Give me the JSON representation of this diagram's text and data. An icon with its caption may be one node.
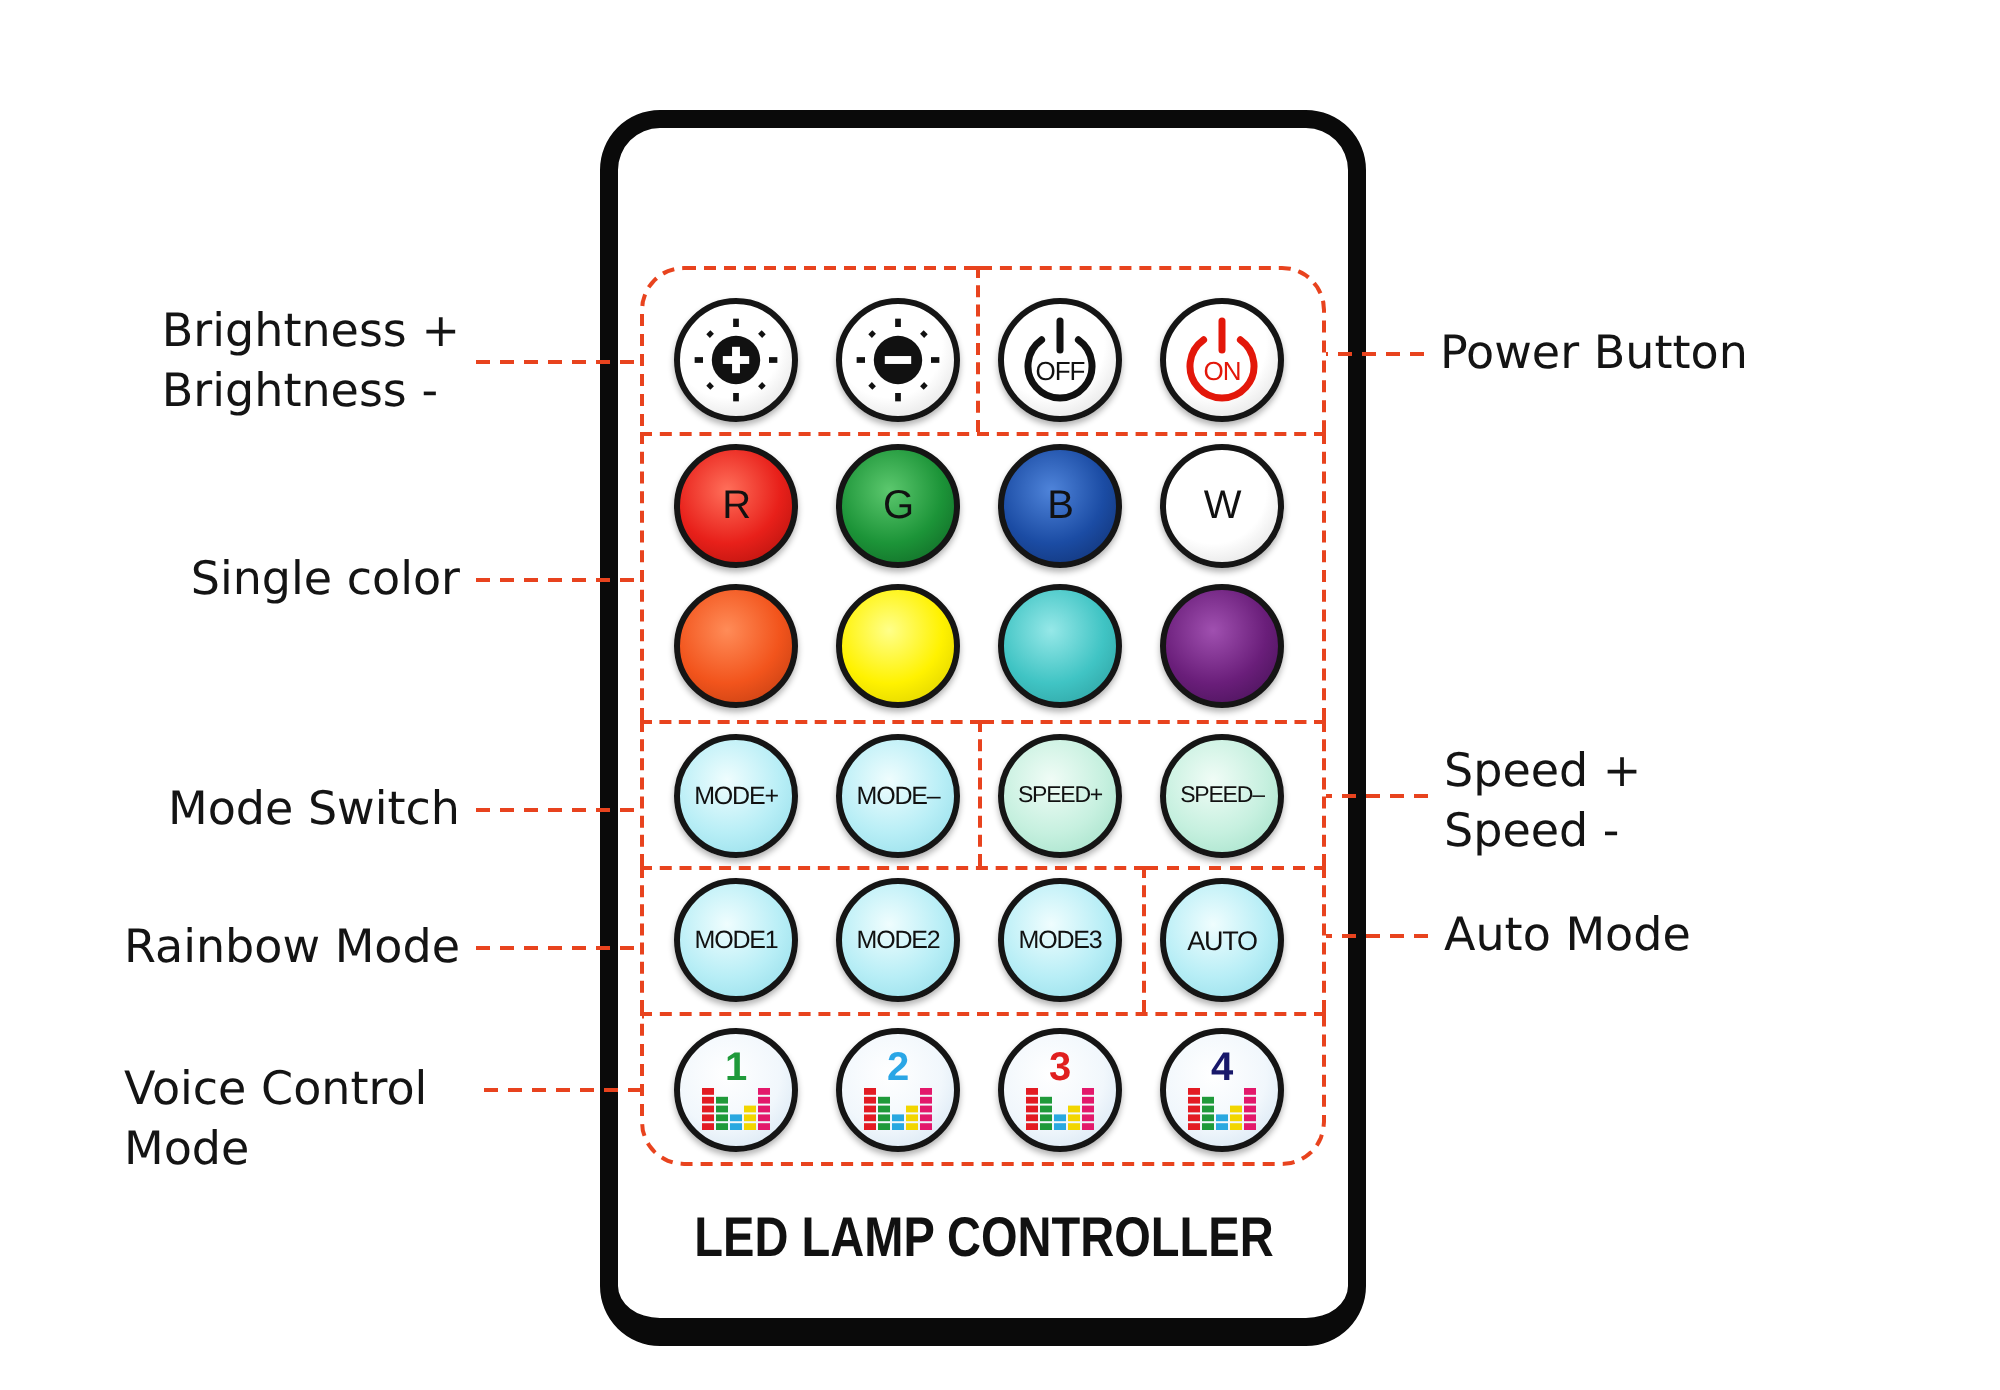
{
  "diagram": {
    "nodes": [
      {
        "text": [
          "LED LAMP CONTROLLER"
        ]
      },
      {
        "text": [],
        "shape": "box",
        "in": 0
      },
      {
        "text": [],
        "shape": "circle",
        "in": 1
      },
      {
        "text": [],
        "shape": "circle",
        "in": 1
      },
      {
        "text": [],
        "shape": "box",
        "in": 0
      },
      {
        "text": [
          "OFF"
        ],
        "in": 4
      },
      {
        "text": [
          "ON"
        ],
        "in": 4
      },
      {
        "text": [],
        "shape": "box",
        "in": 0
      },
      {
        "text": [
          "R"
        ],
        "in": 7
      },
      {
        "text": [
          "G"
        ],
        "in": 7
      },
      {
        "text": [
          "B"
        ],
        "in": 7
      },
      {
        "text": [
          "W"
        ],
        "in": 7
      },
      {
        "text": [],
        "shape": "circle",
        "in": 7
      },
      {
        "text": [],
        "shape": "circle",
        "in": 7
      },
      {
        "text": [],
        "shape": "circle",
        "in": 7
      },
      {
        "text": [],
        "shape": "circle",
        "in": 7
      },
      {
        "text": [],
        "shape": "box",
        "in": 0
      },
      {
        "text": [
          "MODE+"
        ],
        "in": 16
      },
      {
        "text": [
          "MODE–"
        ],
        "in": 16
      },
      {
        "text": [],
        "shape": "box",
        "in": 0
      },
      {
        "text": [
          "SPEED+"
        ],
        "in": 19
      },
      {
        "text": [
          "SPEED–"
        ],
        "in": 19
      },
      {
        "text": [],
        "shape": "box",
        "in": 0
      },
      {
        "text": [
          "MODE1"
        ],
        "in": 22
      },
      {
        "text": [
          "MODE2"
        ],
        "in": 22
      },
      {
        "text": [
          "MODE3"
        ],
        "in": 22
      },
      {
        "text": [],
        "shape": "box",
        "in": 0
      },
      {
        "text": [
          "AUTO"
        ],
        "in": 26
      },
      {
        "text": [],
        "shape": "box",
        "in": 0
      },
      {
        "text": [
          "1"
        ],
        "in": 28
      },
      {
        "text": [
          "2"
        ],
        "in": 28
      },
      {
        "text": [
          "3"
        ],
        "in": 28
      },
      {
        "text": [
          "4"
        ],
        "in": 28
      },
      {
        "text": [
          "Brightness +",
          "Brightness -"
        ]
      },
      {
        "text": [
          "Power Button"
        ]
      },
      {
        "text": [
          "Single color"
        ]
      },
      {
        "text": [
          "Mode Switch"
        ]
      },
      {
        "text": [
          "Speed +",
          "Speed -"
        ]
      },
      {
        "text": [
          "Rainbow Mode"
        ]
      },
      {
        "text": [
          "Auto Mode"
        ]
      },
      {
        "text": [
          "Voice Control Mode"
        ]
      }
    ],
    "edges": [
      {
        "from": 33,
        "to": 1,
        "arrow": "none",
        "style": "dashed"
      },
      {
        "from": 34,
        "to": 4,
        "arrow": "none",
        "style": "dashed"
      },
      {
        "from": 35,
        "to": 7,
        "arrow": "none",
        "style": "dashed"
      },
      {
        "from": 36,
        "to": 16,
        "arrow": "none",
        "style": "dashed"
      },
      {
        "from": 37,
        "to": 19,
        "arrow": "none",
        "style": "dashed"
      },
      {
        "from": 38,
        "to": 22,
        "arrow": "none",
        "style": "dashed"
      },
      {
        "from": 39,
        "to": 26,
        "arrow": "none",
        "style": "dashed"
      },
      {
        "from": 40,
        "to": 28,
        "arrow": "none",
        "style": "dashed"
      }
    ]
  }
}
